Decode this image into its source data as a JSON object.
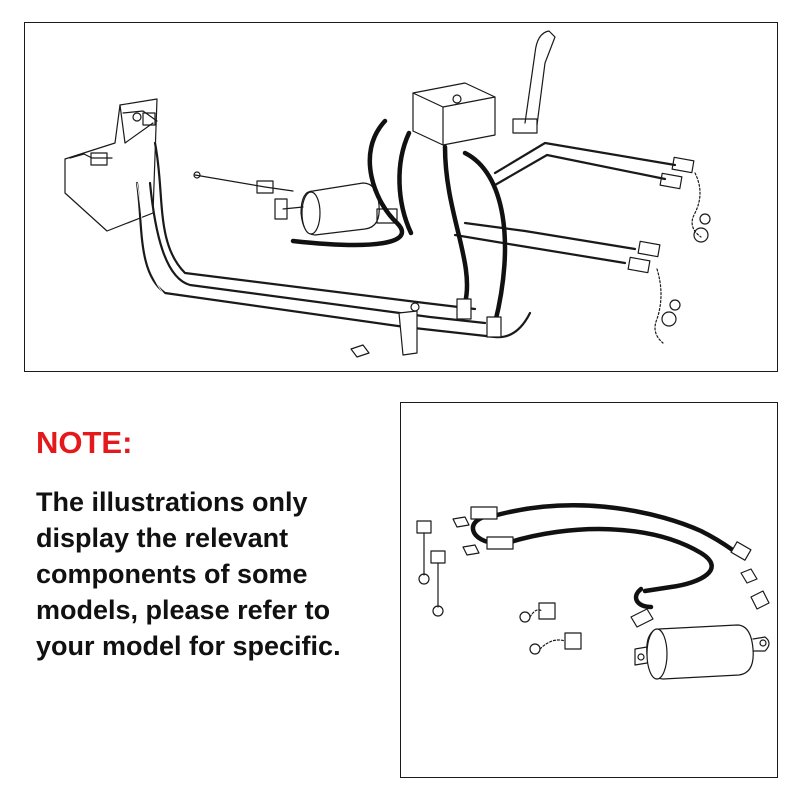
{
  "note": {
    "title": "NOTE:",
    "body": "The illustrations only display the relevant components of some models, please refer to your model for specific."
  },
  "colors": {
    "note_title": "#e3191b",
    "line_art": "#1a1a1a",
    "hose": "#111111",
    "background": "#ffffff"
  },
  "illustrations": [
    {
      "name": "hydraulic-system-assembly-diagram"
    },
    {
      "name": "hose-and-cylinder-kit-parts-diagram"
    }
  ]
}
